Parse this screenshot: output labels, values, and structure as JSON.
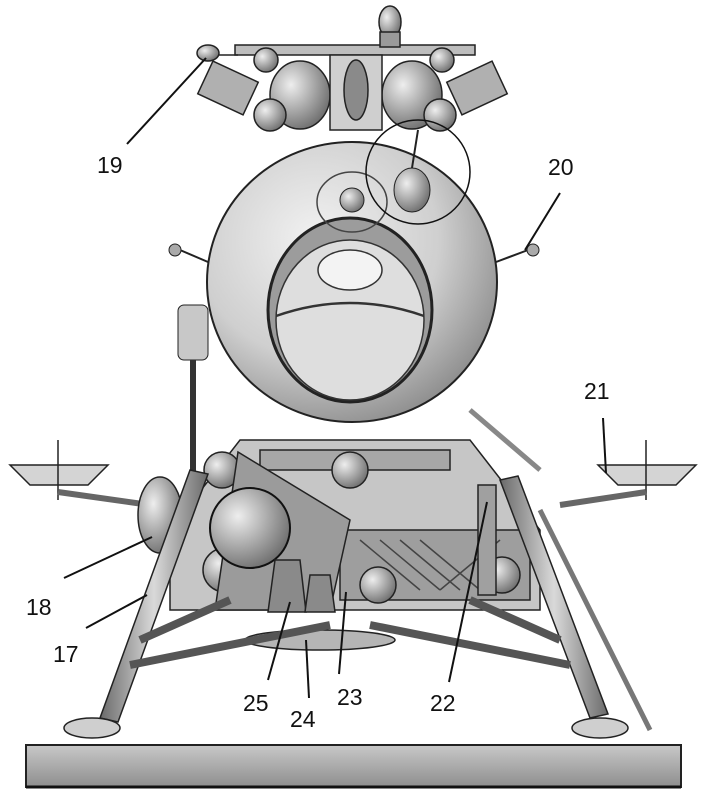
{
  "labels": {
    "l17": "17",
    "l18": "18",
    "l19": "19",
    "l20": "20",
    "l21": "21",
    "l22": "22",
    "l23": "23",
    "l24": "24",
    "l25": "25"
  },
  "colors": {
    "ink": "#1a1a1a",
    "metal_light": "#e4e4e4",
    "metal_mid": "#bdbdbd",
    "metal_dark": "#7a7a7a",
    "ground": "#a8a8a8"
  }
}
